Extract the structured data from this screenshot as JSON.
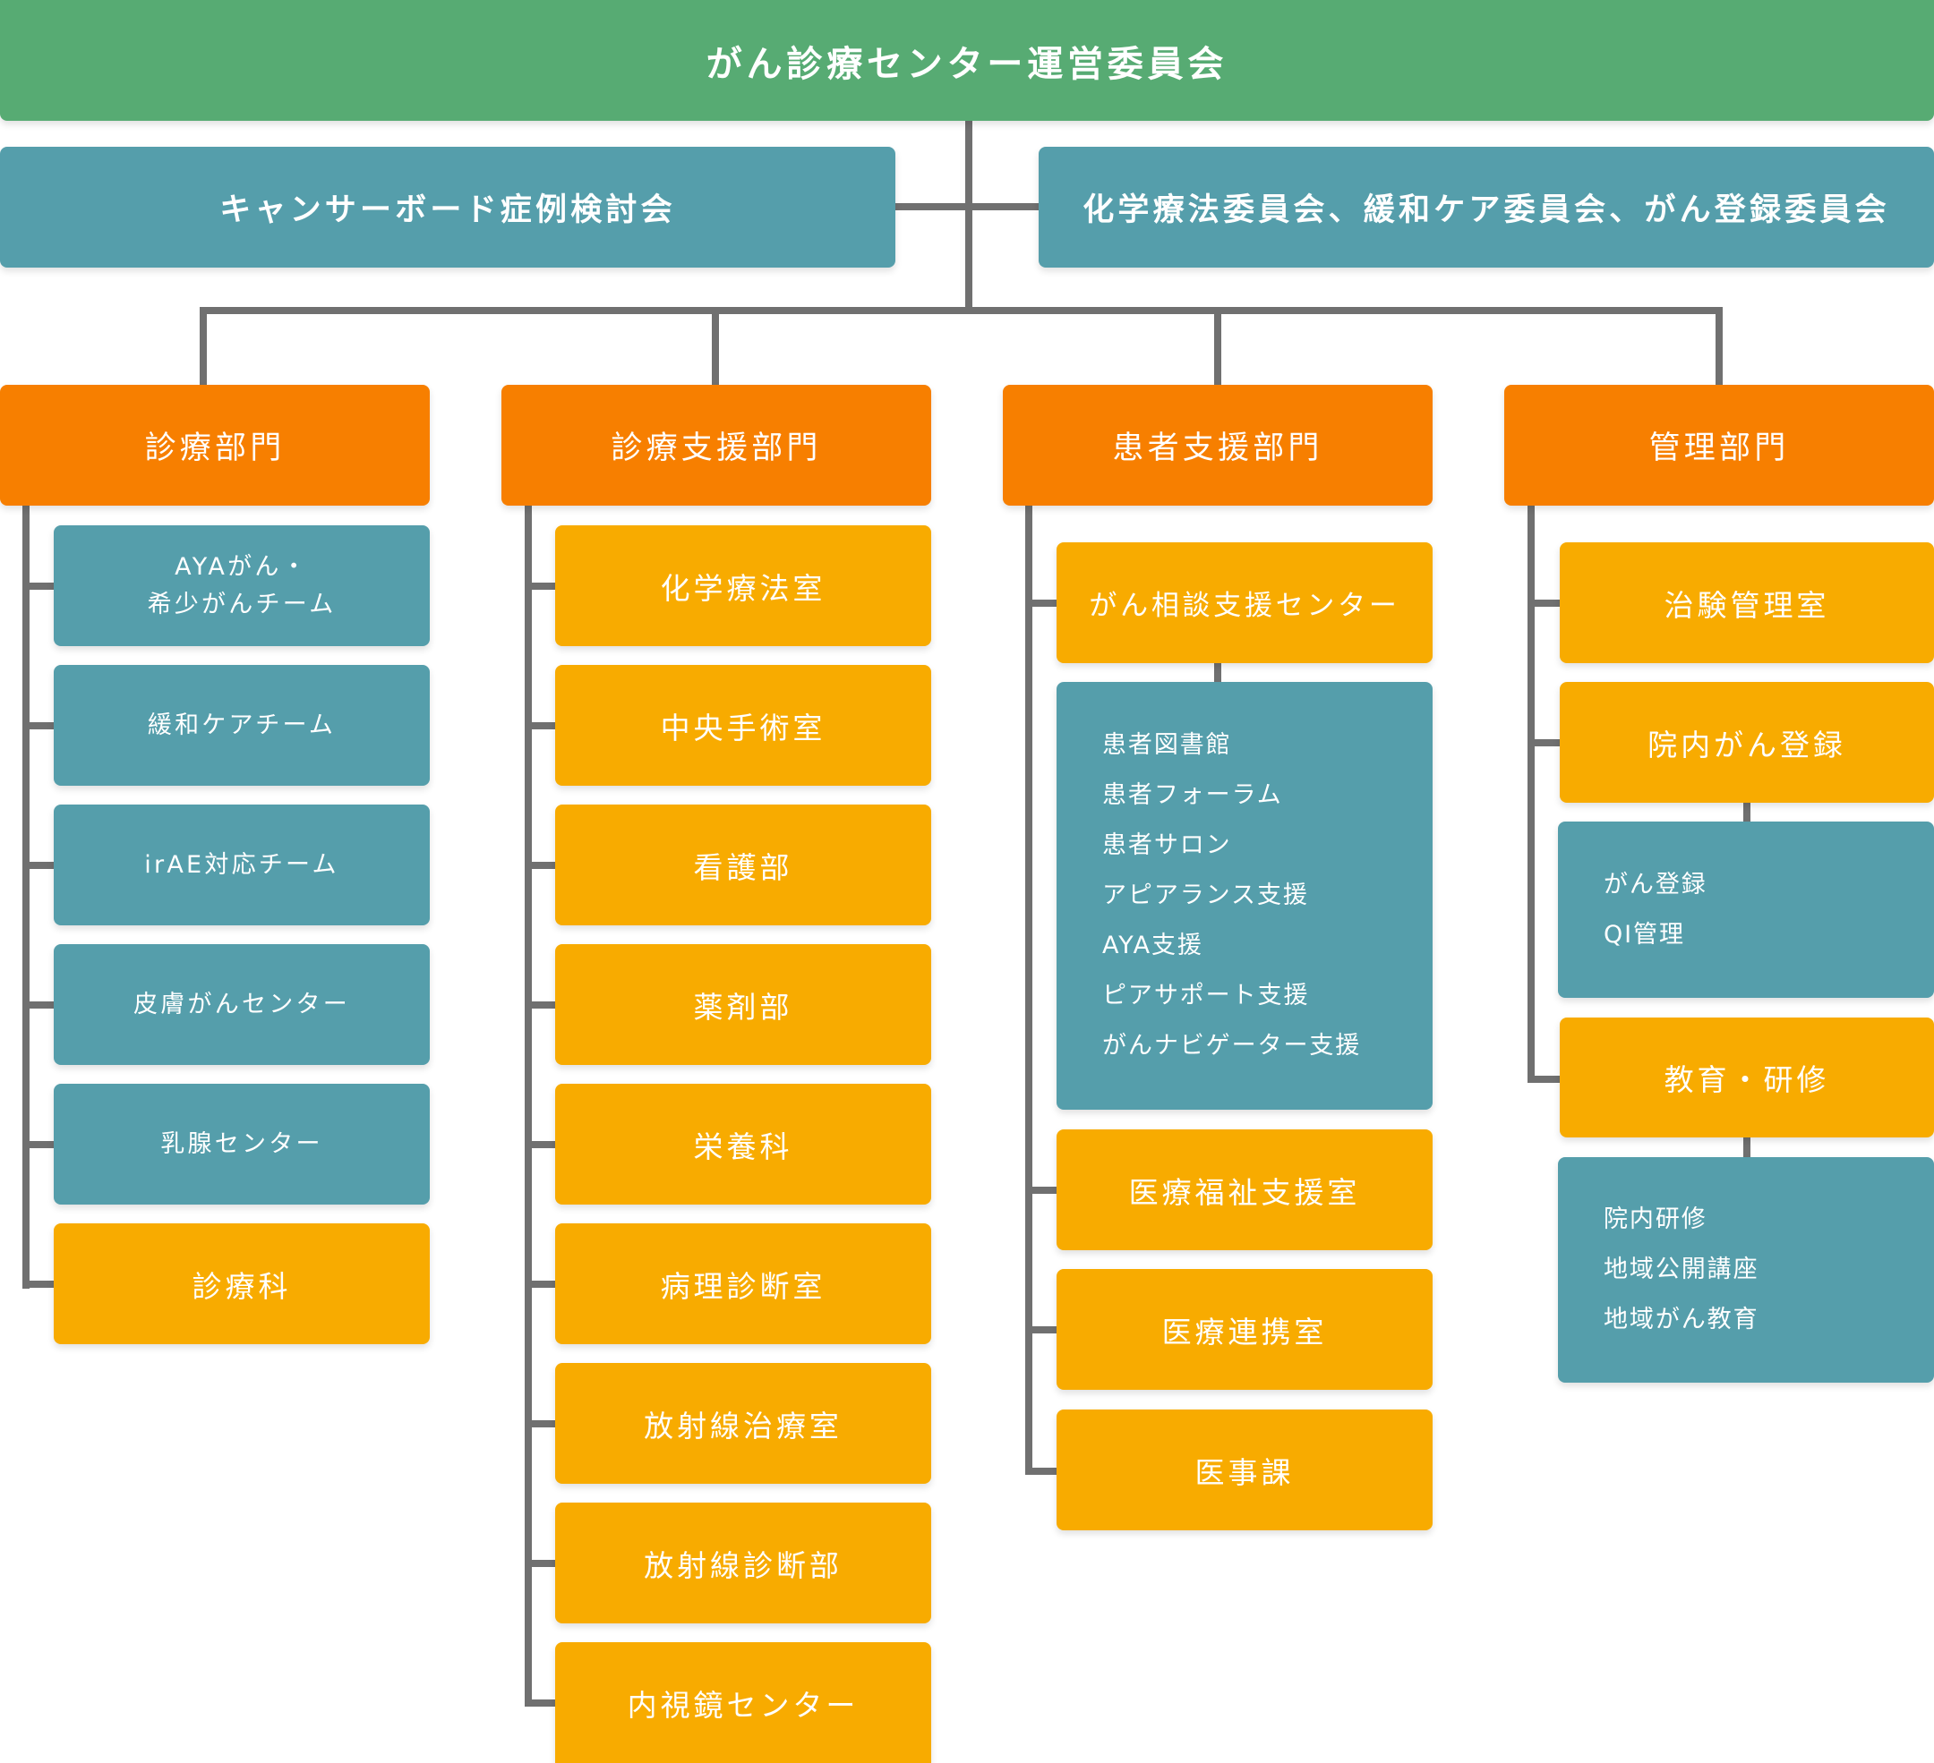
{
  "title": "がん診療センター運営委員会",
  "committees": {
    "left": "キャンサーボード症例検討会",
    "right": "化学療法委員会、緩和ケア委員会、がん登録委員会"
  },
  "departments": [
    {
      "label": "診療部門",
      "children": [
        "AYAがん・",
        "希少がんチーム",
        "緩和ケアチーム",
        "irAE対応チーム",
        "皮膚がんセンター",
        "乳腺センター",
        "診療科"
      ]
    },
    {
      "label": "診療支援部門",
      "children": [
        "化学療法室",
        "中央手術室",
        "看護部",
        "薬剤部",
        "栄養科",
        "病理診断室",
        "放射線治療室",
        "放射線診断部",
        "内視鏡センター"
      ]
    },
    {
      "label": "患者支援部門",
      "children": [
        "がん相談支援センター",
        "医療福祉支援室",
        "医療連携室",
        "医事課"
      ],
      "consult_items": [
        "患者図書館",
        "患者フォーラム",
        "患者サロン",
        "アピアランス支援",
        "AYA支援",
        "ピアサポート支援",
        "がんナビゲーター支援"
      ]
    },
    {
      "label": "管理部門",
      "children": [
        "治験管理室",
        "院内がん登録",
        "教育・研修"
      ],
      "registry_items": [
        "がん登録",
        "QI管理"
      ],
      "education_items": [
        "院内研修",
        "地域公開講座",
        "地域がん教育"
      ]
    }
  ],
  "colors": {
    "green": "#57ab73",
    "teal": "#559eab",
    "orange": "#f77f00",
    "yellow": "#f8ab00",
    "line": "#707070"
  }
}
